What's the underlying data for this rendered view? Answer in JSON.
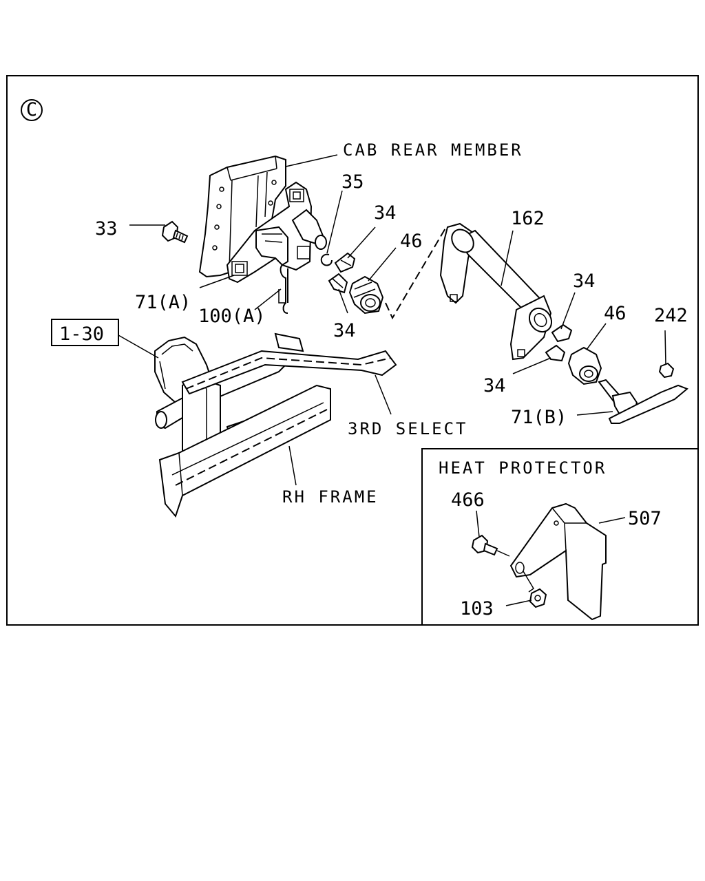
{
  "section_mark": "C",
  "labels": {
    "cab_rear_member": "CAB REAR MEMBER",
    "p35": "35",
    "p34_top": "34",
    "p46_left": "46",
    "p162": "162",
    "p33": "33",
    "p71a": "71(A)",
    "p100a": "100(A)",
    "p34_mid": "34",
    "ref_1_30": "1-30",
    "p34_right_top": "34",
    "p46_right": "46",
    "p242": "242",
    "p34_right_bottom": "34",
    "p71b": "71(B)",
    "third_select": "3RD SELECT",
    "rh_frame": "RH FRAME"
  },
  "inset": {
    "title": "HEAT PROTECTOR",
    "p466": "466",
    "p507": "507",
    "p103": "103"
  }
}
